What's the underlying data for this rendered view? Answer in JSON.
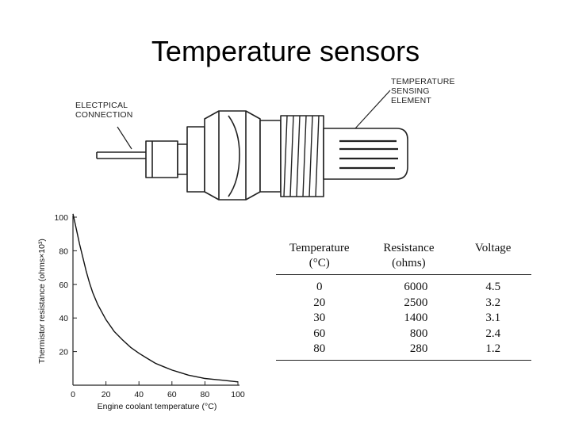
{
  "page": {
    "title": "Temperature sensors"
  },
  "sensor_diagram": {
    "electrical_label": [
      "ELECTPICAL",
      "CONNECTION"
    ],
    "element_label": [
      "TEMPERATURE",
      "SENSING",
      "ELEMENT"
    ]
  },
  "chart_data": {
    "type": "line",
    "title": "",
    "xlabel": "Engine coolant temperature (°C)",
    "ylabel": "Thermistor resistance (ohms×10³)",
    "xlim": [
      0,
      100
    ],
    "ylim": [
      0,
      100
    ],
    "x_ticks": [
      0,
      20,
      40,
      60,
      80,
      100
    ],
    "y_ticks": [
      20,
      40,
      60,
      80,
      100
    ],
    "grid": false,
    "series": [
      {
        "x": [
          0,
          2,
          4,
          6,
          8,
          10,
          12,
          15,
          20,
          25,
          30,
          35,
          40,
          45,
          50,
          55,
          60,
          65,
          70,
          75,
          80,
          85,
          90,
          95,
          100
        ],
        "y": [
          102,
          93,
          84,
          76,
          68,
          61,
          55,
          48,
          39,
          32,
          27,
          22.5,
          19,
          16,
          13,
          11,
          9,
          7.5,
          6,
          5,
          4,
          3.5,
          3,
          2.5,
          2
        ]
      }
    ]
  },
  "table": {
    "headers": [
      [
        "Temperature",
        "(°C)"
      ],
      [
        "Resistance",
        "(ohms)"
      ],
      [
        "Voltage"
      ]
    ],
    "rows": [
      [
        "0",
        "6000",
        "4.5"
      ],
      [
        "20",
        "2500",
        "3.2"
      ],
      [
        "30",
        "1400",
        "3.1"
      ],
      [
        "60",
        "800",
        "2.4"
      ],
      [
        "80",
        "280",
        "1.2"
      ]
    ]
  }
}
